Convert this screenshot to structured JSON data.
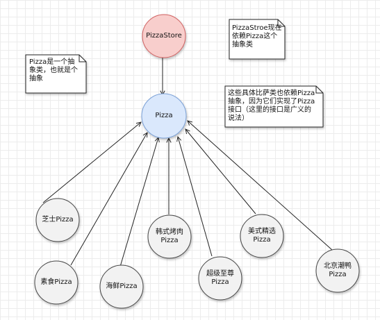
{
  "store": {
    "label": "PizzaStore",
    "fill": "#f8cecc",
    "stroke": "#d06060"
  },
  "abstract": {
    "label": "Pizza",
    "fill": "#dae8fc",
    "stroke": "#7aa0d6"
  },
  "concrete_fill": "#f2f2f2",
  "concrete": [
    {
      "label": "芝士Pizza"
    },
    {
      "label": "素食Pizza"
    },
    {
      "label": "海鲜Pizza"
    },
    {
      "label": "韩式烤肉\nPizza"
    },
    {
      "label": "超级至尊\nPizza"
    },
    {
      "label": "美式精选\nPizza"
    },
    {
      "label": "北京潮鸭\nPizza"
    }
  ],
  "notes": {
    "pizza_abstract": "Pizza是一个抽\n象类，也就是个\n抽象",
    "store_depends": "PizzaStroe现在\n依赖Pizza这个\n抽象类",
    "concrete_depends": "这些具体比萨类也依赖Pizza\n抽象，因为它们实现了Pizza\n接口（这里的接口是广义的\n说法）"
  }
}
